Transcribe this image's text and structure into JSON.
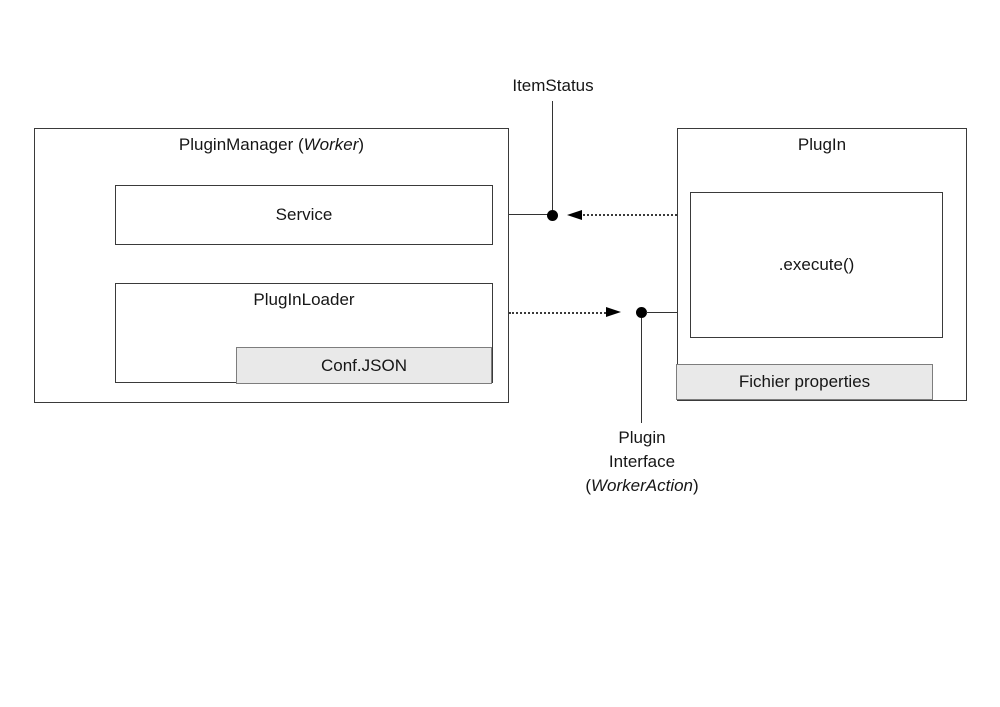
{
  "plugin_manager": {
    "title_prefix": "PluginManager (",
    "title_italic": "Worker",
    "title_suffix": ")",
    "service_label": "Service",
    "loader_label": "PlugInLoader",
    "conf_label": "Conf.JSON"
  },
  "plugin": {
    "title": "PlugIn",
    "execute_label": ".execute()",
    "fichier_label": "Fichier properties"
  },
  "connector_labels": {
    "item_status": "ItemStatus",
    "interface_line1": "Plugin",
    "interface_line2": "Interface",
    "interface_line3_prefix": "(",
    "interface_line3_italic": "WorkerAction",
    "interface_line3_suffix": ")"
  },
  "colors": {
    "background": "#ffffff",
    "box_border": "#3a3a3a",
    "gray_box_fill": "#e9e9e9",
    "gray_box_border": "#7d7d7d",
    "connector_line": "#333333",
    "marker": "#000000",
    "text": "#161616"
  }
}
